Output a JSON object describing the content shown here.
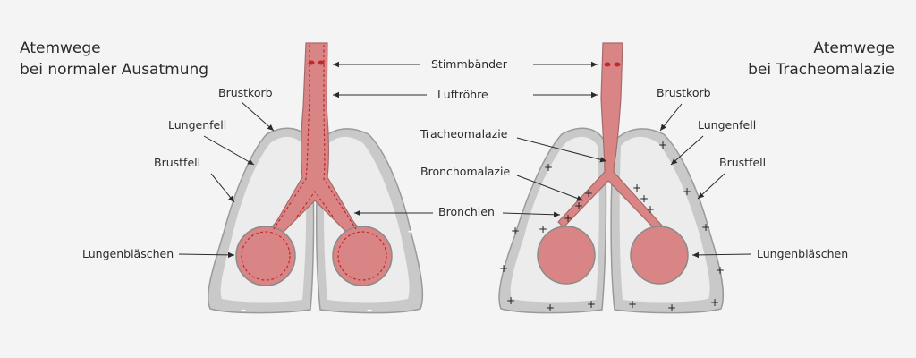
{
  "titles": {
    "left_line1": "Atemwege",
    "left_line2": "bei normaler Ausatmung",
    "right_line1": "Atemwege",
    "right_line2": "bei Tracheomalazie"
  },
  "labels": {
    "stimmbaender": "Stimmbänder",
    "luftroehre": "Luftröhre",
    "tracheomalazie": "Tracheomalazie",
    "bronchomalazie": "Bronchomalazie",
    "bronchien": "Bronchien",
    "brustkorb": "Brustkorb",
    "lungenfell": "Lungenfell",
    "brustfell": "Brustfell",
    "lungenblaeschen": "Lungenbläschen"
  },
  "signs": {
    "plus": "+",
    "minus": "–"
  },
  "colors": {
    "airway": "#d98585",
    "dashed_outline": "#c0282d",
    "lung_outer": "#c9c9c9",
    "lung_inner": "#ececec",
    "background": "#f4f4f4"
  }
}
